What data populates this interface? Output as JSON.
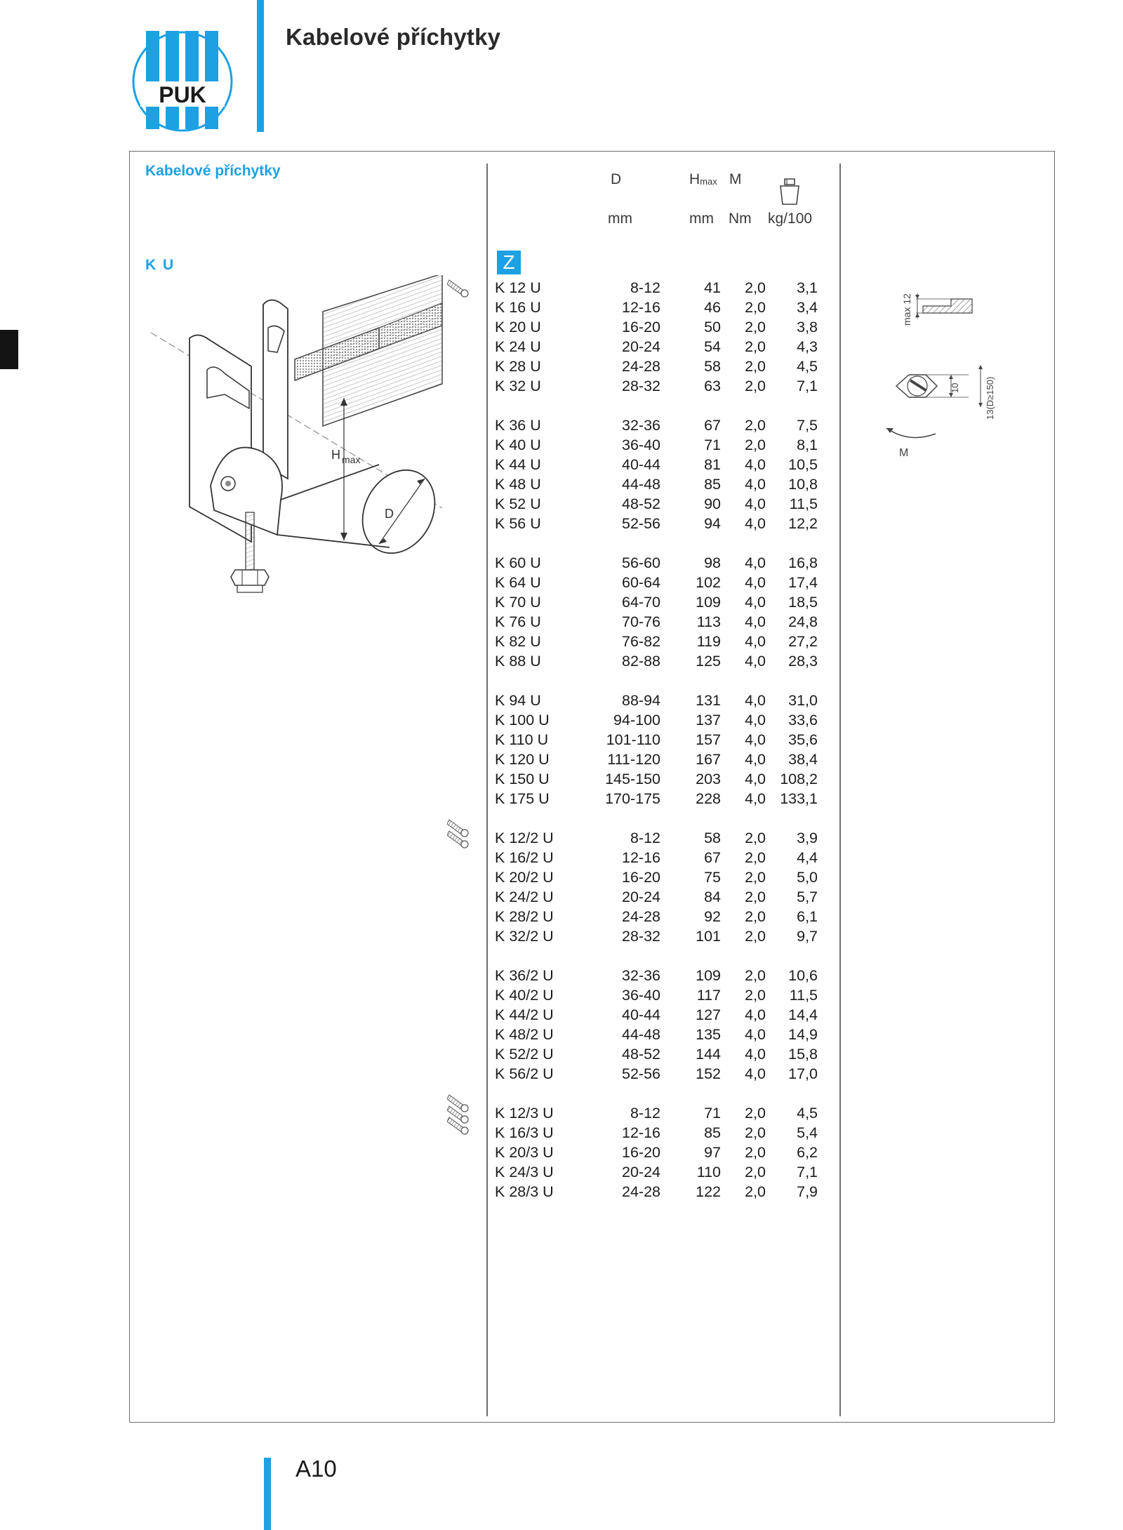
{
  "header": {
    "logo_text": "PUK",
    "title": "Kabelové příchytky"
  },
  "section": {
    "title": "Kabelové příchytky",
    "product": "K U",
    "badge": "Z"
  },
  "columns": {
    "d": "D",
    "h": "H",
    "h_sub": "max",
    "m": "M",
    "unit_d": "mm",
    "unit_h": "mm",
    "unit_m": "Nm",
    "unit_w": "kg/100",
    "weight_icon": "weight-icon"
  },
  "groups": [
    {
      "strands": 1,
      "rows": [
        {
          "type": "K 12 U",
          "d": "8-12",
          "h": "41",
          "m": "2,0",
          "w": "3,1"
        },
        {
          "type": "K 16 U",
          "d": "12-16",
          "h": "46",
          "m": "2,0",
          "w": "3,4"
        },
        {
          "type": "K 20 U",
          "d": "16-20",
          "h": "50",
          "m": "2,0",
          "w": "3,8"
        },
        {
          "type": "K 24 U",
          "d": "20-24",
          "h": "54",
          "m": "2,0",
          "w": "4,3"
        },
        {
          "type": "K 28 U",
          "d": "24-28",
          "h": "58",
          "m": "2,0",
          "w": "4,5"
        },
        {
          "type": "K 32 U",
          "d": "28-32",
          "h": "63",
          "m": "2,0",
          "w": "7,1"
        }
      ]
    },
    {
      "strands": 0,
      "rows": [
        {
          "type": "K 36 U",
          "d": "32-36",
          "h": "67",
          "m": "2,0",
          "w": "7,5"
        },
        {
          "type": "K 40 U",
          "d": "36-40",
          "h": "71",
          "m": "2,0",
          "w": "8,1"
        },
        {
          "type": "K 44 U",
          "d": "40-44",
          "h": "81",
          "m": "4,0",
          "w": "10,5"
        },
        {
          "type": "K 48 U",
          "d": "44-48",
          "h": "85",
          "m": "4,0",
          "w": "10,8"
        },
        {
          "type": "K 52 U",
          "d": "48-52",
          "h": "90",
          "m": "4,0",
          "w": "11,5"
        },
        {
          "type": "K 56 U",
          "d": "52-56",
          "h": "94",
          "m": "4,0",
          "w": "12,2"
        }
      ]
    },
    {
      "strands": 0,
      "rows": [
        {
          "type": "K 60 U",
          "d": "56-60",
          "h": "98",
          "m": "4,0",
          "w": "16,8"
        },
        {
          "type": "K 64 U",
          "d": "60-64",
          "h": "102",
          "m": "4,0",
          "w": "17,4"
        },
        {
          "type": "K 70 U",
          "d": "64-70",
          "h": "109",
          "m": "4,0",
          "w": "18,5"
        },
        {
          "type": "K 76 U",
          "d": "70-76",
          "h": "113",
          "m": "4,0",
          "w": "24,8"
        },
        {
          "type": "K 82 U",
          "d": "76-82",
          "h": "119",
          "m": "4,0",
          "w": "27,2"
        },
        {
          "type": "K 88 U",
          "d": "82-88",
          "h": "125",
          "m": "4,0",
          "w": "28,3"
        }
      ]
    },
    {
      "strands": 0,
      "rows": [
        {
          "type": "K 94 U",
          "d": "88-94",
          "h": "131",
          "m": "4,0",
          "w": "31,0"
        },
        {
          "type": "K 100 U",
          "d": "94-100",
          "h": "137",
          "m": "4,0",
          "w": "33,6"
        },
        {
          "type": "K 110 U",
          "d": "101-110",
          "h": "157",
          "m": "4,0",
          "w": "35,6"
        },
        {
          "type": "K 120 U",
          "d": "111-120",
          "h": "167",
          "m": "4,0",
          "w": "38,4"
        },
        {
          "type": "K 150 U",
          "d": "145-150",
          "h": "203",
          "m": "4,0",
          "w": "108,2"
        },
        {
          "type": "K 175 U",
          "d": "170-175",
          "h": "228",
          "m": "4,0",
          "w": "133,1"
        }
      ]
    },
    {
      "strands": 2,
      "rows": [
        {
          "type": "K 12/2 U",
          "d": "8-12",
          "h": "58",
          "m": "2,0",
          "w": "3,9"
        },
        {
          "type": "K 16/2 U",
          "d": "12-16",
          "h": "67",
          "m": "2,0",
          "w": "4,4"
        },
        {
          "type": "K 20/2 U",
          "d": "16-20",
          "h": "75",
          "m": "2,0",
          "w": "5,0"
        },
        {
          "type": "K 24/2 U",
          "d": "20-24",
          "h": "84",
          "m": "2,0",
          "w": "5,7"
        },
        {
          "type": "K 28/2 U",
          "d": "24-28",
          "h": "92",
          "m": "2,0",
          "w": "6,1"
        },
        {
          "type": "K 32/2 U",
          "d": "28-32",
          "h": "101",
          "m": "2,0",
          "w": "9,7"
        }
      ]
    },
    {
      "strands": 0,
      "rows": [
        {
          "type": "K 36/2 U",
          "d": "32-36",
          "h": "109",
          "m": "2,0",
          "w": "10,6"
        },
        {
          "type": "K 40/2 U",
          "d": "36-40",
          "h": "117",
          "m": "2,0",
          "w": "11,5"
        },
        {
          "type": "K 44/2 U",
          "d": "40-44",
          "h": "127",
          "m": "4,0",
          "w": "14,4"
        },
        {
          "type": "K 48/2 U",
          "d": "44-48",
          "h": "135",
          "m": "4,0",
          "w": "14,9"
        },
        {
          "type": "K 52/2 U",
          "d": "48-52",
          "h": "144",
          "m": "4,0",
          "w": "15,8"
        },
        {
          "type": "K 56/2 U",
          "d": "52-56",
          "h": "152",
          "m": "4,0",
          "w": "17,0"
        }
      ]
    },
    {
      "strands": 3,
      "rows": [
        {
          "type": "K 12/3 U",
          "d": "8-12",
          "h": "71",
          "m": "2,0",
          "w": "4,5"
        },
        {
          "type": "K 16/3 U",
          "d": "12-16",
          "h": "85",
          "m": "2,0",
          "w": "5,4"
        },
        {
          "type": "K 20/3 U",
          "d": "16-20",
          "h": "97",
          "m": "2,0",
          "w": "6,2"
        },
        {
          "type": "K 24/3 U",
          "d": "20-24",
          "h": "110",
          "m": "2,0",
          "w": "7,1"
        },
        {
          "type": "K 28/3 U",
          "d": "24-28",
          "h": "122",
          "m": "2,0",
          "w": "7,9"
        }
      ]
    }
  ],
  "illustration": {
    "label_h": "H",
    "label_h_sub": "max",
    "label_d": "D"
  },
  "details": {
    "flange_label": "max 12",
    "dim_10": "10",
    "dim_13": "13(D≥150)",
    "torque_label": "M"
  },
  "footer": {
    "page_number": "A10"
  },
  "colors": {
    "accent": "#1da1e2",
    "frame": "#6e6e6e",
    "text": "#1c1c1c"
  }
}
